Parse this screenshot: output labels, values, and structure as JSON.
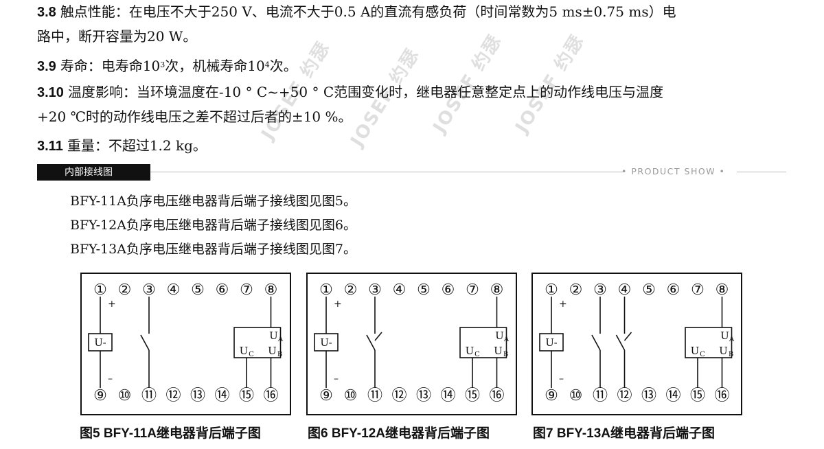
{
  "specs": [
    {
      "num": "3.8",
      "line1": "触点性能：在电压不大于250 V、电流不大于0.5 A的直流有感负荷（时间常数为5 ms±0.75 ms）电",
      "line2": "路中，断开容量为20 W。"
    },
    {
      "num": "3.9",
      "text_a": "寿命：电寿命10",
      "sup_a": "3",
      "text_b": "次，机械寿命10",
      "sup_b": "4",
      "text_c": "次。"
    },
    {
      "num": "3.10",
      "line1": "温度影响：当环境温度在-10 ° C~+50 ° C范围变化时，继电器任意整定点上的动作线电压与温度",
      "line2": "+20 ℃时的动作线电压之差不超过后者的±10 %。"
    },
    {
      "num": "3.11",
      "line1": "重量：不超过1.2 kg。"
    }
  ],
  "section": {
    "label": "内部接线图",
    "product_show": "• PRODUCT SHOW •"
  },
  "watermark": "JOSEF 约瑟",
  "intro": [
    "BFY-11A负序电压继电器背后端子接线图见图5。",
    "BFY-12A负序电压继电器背后端子接线图见图6。",
    "BFY-13A负序电压继电器背后端子接线图见图7。"
  ],
  "diagram_labels": {
    "top_terminals": [
      "①",
      "②",
      "③",
      "④",
      "⑤",
      "⑥",
      "⑦",
      "⑧"
    ],
    "bottom_terminals": [
      "⑨",
      "⑩",
      "⑪",
      "⑫",
      "⑬",
      "⑭",
      "⑮",
      "⑯"
    ],
    "plus": "+",
    "minus": "–",
    "u_minus": "U-",
    "ua": "UA",
    "ub": "UB",
    "uc": "UC"
  },
  "captions": [
    "图5 BFY-11A继电器背后端子图",
    "图6 BFY-12A继电器背后端子图",
    "图7 BFY-13A继电器背后端子图"
  ]
}
